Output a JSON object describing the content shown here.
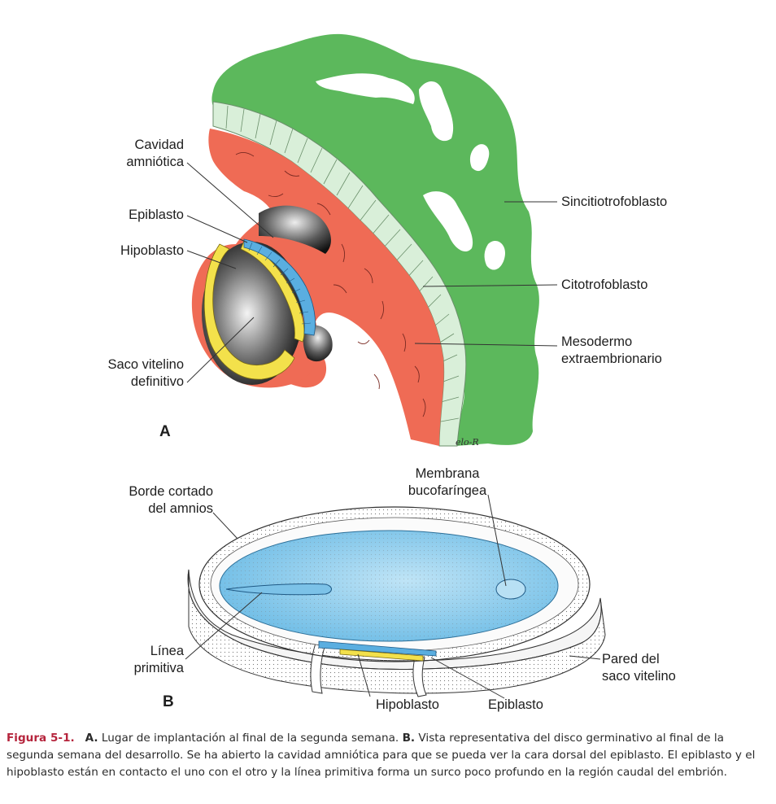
{
  "panel_a": {
    "label": "A",
    "signature": "elo-R",
    "labels": {
      "cavidad_amniotica": "Cavidad\namniótica",
      "epiblasto": "Epiblasto",
      "hipoblasto": "Hipoblasto",
      "saco_vitelino": "Saco vitelino\ndefinitivo",
      "sincitiotrofoblasto": "Sincitiotrofoblasto",
      "citotrofoblasto": "Citotrofoblasto",
      "mesodermo": "Mesodermo\nextraembrionario"
    }
  },
  "panel_b": {
    "label": "B",
    "labels": {
      "borde_cortado": "Borde cortado\ndel amnios",
      "membrana": "Membrana\nbucofaríngea",
      "linea_primitiva": "Línea\nprimitiva",
      "pared_saco": "Pared del\nsaco vitelino",
      "hipoblasto": "Hipoblasto",
      "epiblasto": "Epiblasto"
    }
  },
  "caption": {
    "figure": "Figura 5-1.",
    "a_label": "A.",
    "a_text": " Lugar de implantación al final de la segunda semana. ",
    "b_label": "B.",
    "b_text": " Vista representativa del disco germinativo al final de la segunda semana del desarrollo. Se ha abierto la cavidad amniótica para que se pueda ver la cara dorsal del epiblasto. El epiblasto y el hipoblasto están en contacto el uno con el otro y la línea primitiva forma un surco poco profundo en la región caudal del embrión."
  },
  "colors": {
    "syncytio": "#5cb85c",
    "cyto": "#d9efd9",
    "mesoderm": "#ef6b55",
    "epiblast": "#5aaee0",
    "hypoblast": "#f3e14b",
    "disc": "#9fd3ee"
  }
}
